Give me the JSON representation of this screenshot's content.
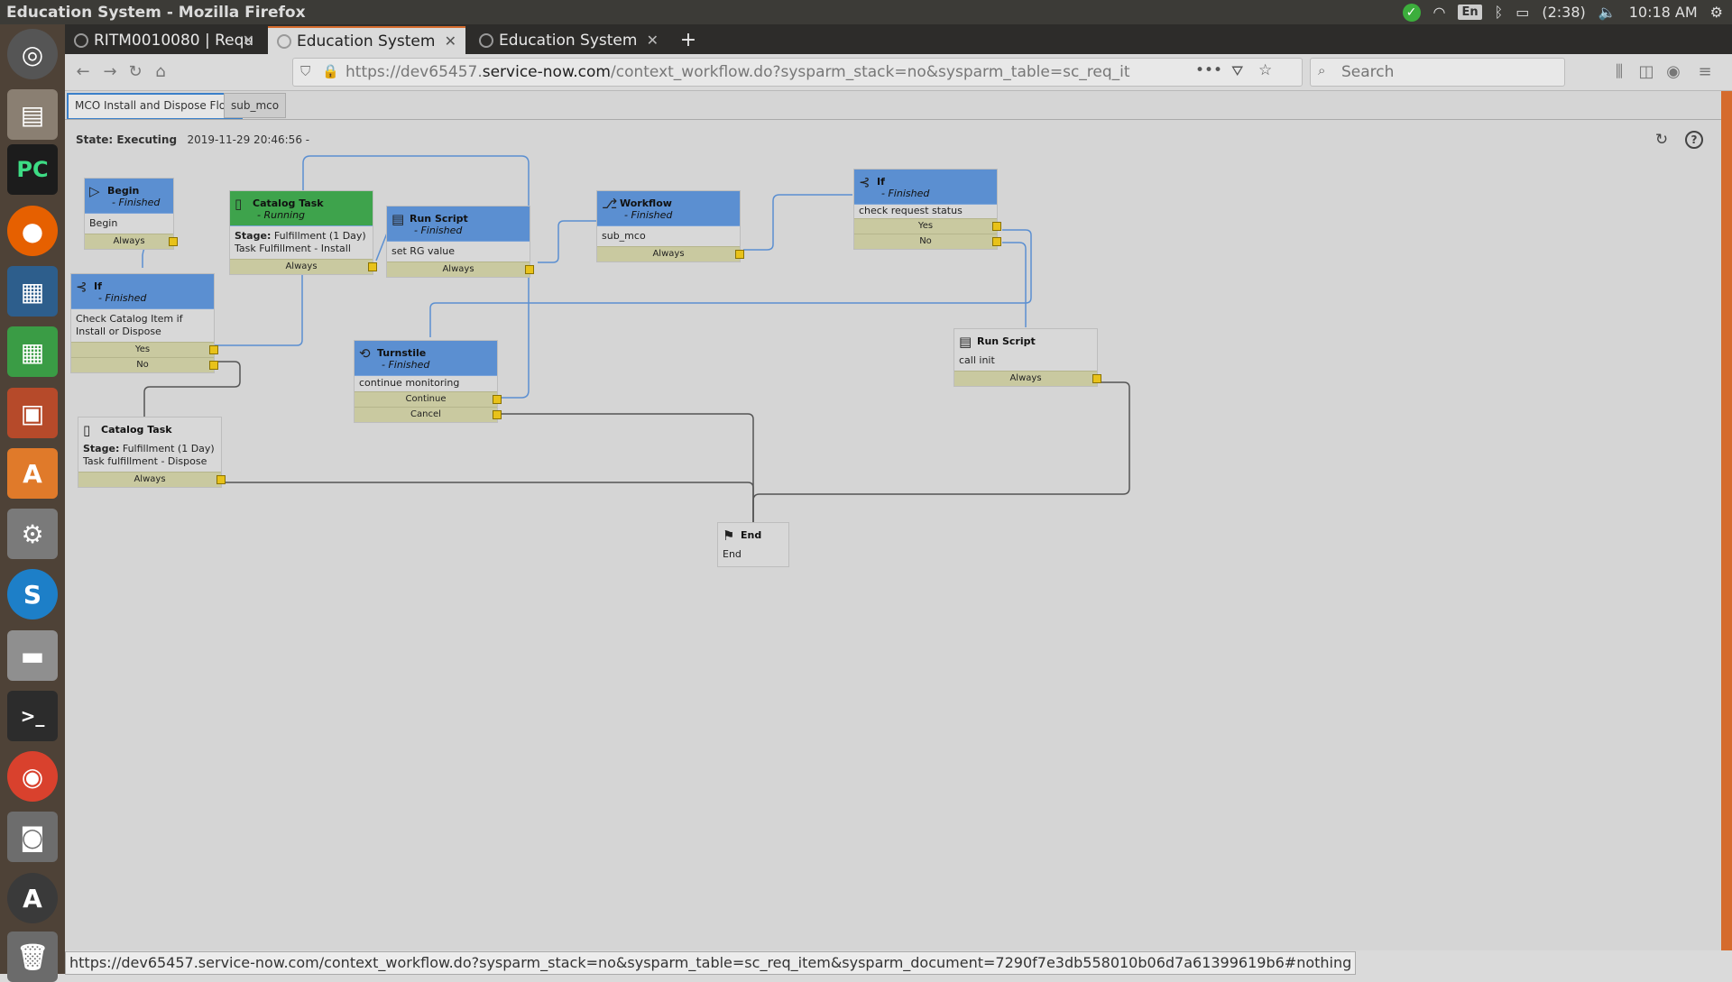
{
  "os": {
    "window_title": "Education System - Mozilla Firefox",
    "lang": "En",
    "battery": "(2:38)",
    "time": "10:18 AM"
  },
  "browser": {
    "tabs": [
      {
        "label": "RITM0010080 | Requ"
      },
      {
        "label": "Education System"
      },
      {
        "label": "Education System"
      }
    ],
    "url_prefix": "https://dev65457.",
    "url_domain": "service-now.com",
    "url_rest": "/context_workflow.do?sysparm_stack=no&sysparm_table=sc_req_item&sys",
    "search_placeholder": "Search",
    "status_url": "https://dev65457.service-now.com/context_workflow.do?sysparm_stack=no&sysparm_table=sc_req_item&sysparm_document=7290f7e3db558010b06d7a61399619b6#nothing"
  },
  "workflow": {
    "tabs": [
      "MCO Install and Dispose Flow",
      "sub_mco"
    ],
    "state_label": "State: Executing",
    "state_time": "2019-11-29 20:46:56 -",
    "nodes": {
      "begin": {
        "title": "Begin",
        "status": "- Finished",
        "body": "Begin",
        "cond": [
          "Always"
        ]
      },
      "if1": {
        "title": "If",
        "status": "- Finished",
        "body": "Check Catalog Item if Install or Dispose",
        "cond": [
          "Yes",
          "No"
        ]
      },
      "cat1": {
        "title": "Catalog Task",
        "status": "- Running",
        "stage_label": "Stage:",
        "stage_value": "Fulfillment (1 Day)",
        "body": "Task Fulfillment - Install",
        "cond": [
          "Always"
        ]
      },
      "run1": {
        "title": "Run Script",
        "status": "- Finished",
        "body": "set RG value",
        "cond": [
          "Always"
        ]
      },
      "wf": {
        "title": "Workflow",
        "status": "- Finished",
        "body": "sub_mco",
        "cond": [
          "Always"
        ]
      },
      "if2": {
        "title": "If",
        "status": "- Finished",
        "body": "check request status",
        "cond": [
          "Yes",
          "No"
        ]
      },
      "turn": {
        "title": "Turnstile",
        "status": "- Finished",
        "body": "continue monitoring",
        "cond": [
          "Continue",
          "Cancel"
        ]
      },
      "run2": {
        "title": "Run Script",
        "body": "call init",
        "cond": [
          "Always"
        ]
      },
      "cat2": {
        "title": "Catalog Task",
        "stage_label": "Stage:",
        "stage_value": "Fulfillment (1 Day)",
        "body": "Task fulfillment - Dispose",
        "cond": [
          "Always"
        ]
      },
      "end": {
        "title": "End",
        "body": "End"
      }
    }
  }
}
